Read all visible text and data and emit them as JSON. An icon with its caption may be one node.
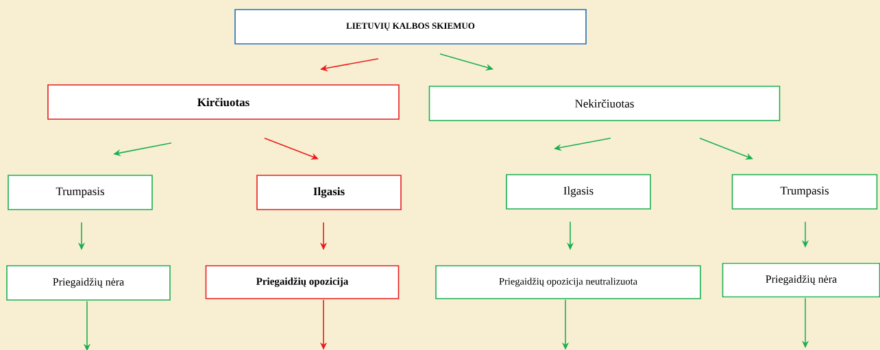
{
  "diagram": {
    "nodes": [
      {
        "text": [
          "LIETUVIŲ KALBOS SKIEMUO"
        ]
      },
      {
        "text": [
          "Kirčiuotas"
        ]
      },
      {
        "text": [
          "Nekirčiuotas"
        ]
      },
      {
        "text": [
          "Trumpasis"
        ]
      },
      {
        "text": [
          "Ilgasis"
        ]
      },
      {
        "text": [
          "Ilgasis"
        ]
      },
      {
        "text": [
          "Trumpasis"
        ]
      },
      {
        "text": [
          "Priegaidžių nėra"
        ]
      },
      {
        "text": [
          "Priegaidžių opozicija"
        ]
      },
      {
        "text": [
          "Priegaidžių opozicija neutralizuota"
        ]
      },
      {
        "text": [
          "Priegaidžių nėra"
        ]
      }
    ],
    "edges": [
      {
        "from": 0,
        "to": 1,
        "arrow": "to",
        "color": "#e81c1c"
      },
      {
        "from": 0,
        "to": 2,
        "arrow": "to"
      },
      {
        "from": 1,
        "to": 3,
        "arrow": "to"
      },
      {
        "from": 1,
        "to": 4,
        "arrow": "to",
        "color": "#e81c1c"
      },
      {
        "from": 2,
        "to": 5,
        "arrow": "to"
      },
      {
        "from": 2,
        "to": 6,
        "arrow": "to"
      },
      {
        "from": 3,
        "to": 7,
        "arrow": "to"
      },
      {
        "from": 4,
        "to": 8,
        "arrow": "to",
        "color": "#e81c1c"
      },
      {
        "from": 5,
        "to": 9,
        "arrow": "to"
      },
      {
        "from": 6,
        "to": 10,
        "arrow": "to"
      },
      {
        "from": 7,
        "to": null,
        "arrow": "to"
      },
      {
        "from": 8,
        "to": null,
        "arrow": "to",
        "color": "#e81c1c"
      },
      {
        "from": 9,
        "to": null,
        "arrow": "to"
      },
      {
        "from": 10,
        "to": null,
        "arrow": "to"
      }
    ]
  }
}
